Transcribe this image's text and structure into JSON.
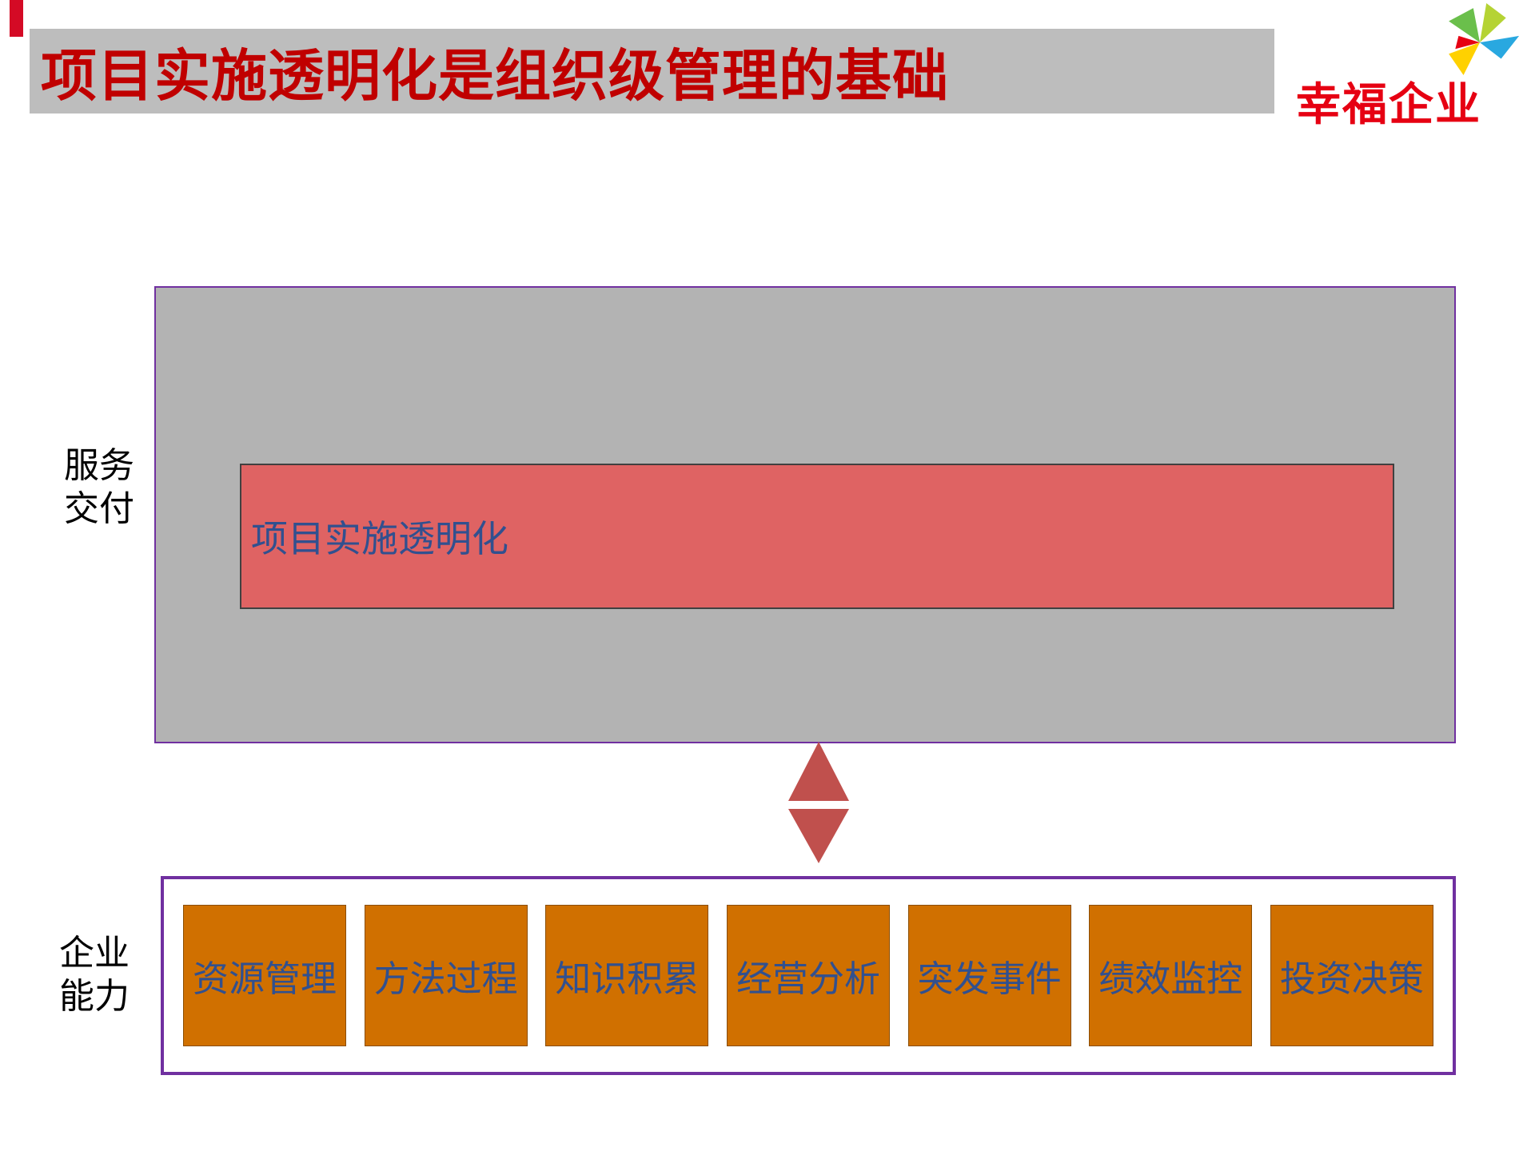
{
  "slide": {
    "title": "项目实施透明化是组织级管理的基础",
    "logo_text": "幸福企业"
  },
  "service": {
    "side_label_line1": "服务",
    "side_label_line2": "交付",
    "bar_label": "项目实施透明化"
  },
  "capability": {
    "side_label_line1": "企业",
    "side_label_line2": "能力",
    "items": [
      {
        "label": "资源管理"
      },
      {
        "label": "方法过程"
      },
      {
        "label": "知识积累"
      },
      {
        "label": "经营分析"
      },
      {
        "label": "突发事件"
      },
      {
        "label": "绩效监控"
      },
      {
        "label": "投资决策"
      }
    ]
  },
  "colors": {
    "title_text": "#c00000",
    "title_bar_bg": "#bdbdbd",
    "gray_panel_bg": "#b3b3b3",
    "panel_border": "#7030a0",
    "transparency_bar_bg": "#df6363",
    "arrow": "#c0504d",
    "capability_item_bg": "#d07000",
    "diagram_text": "#31508f",
    "logo_red": "#e60012",
    "corner_accent": "#d40a25"
  }
}
